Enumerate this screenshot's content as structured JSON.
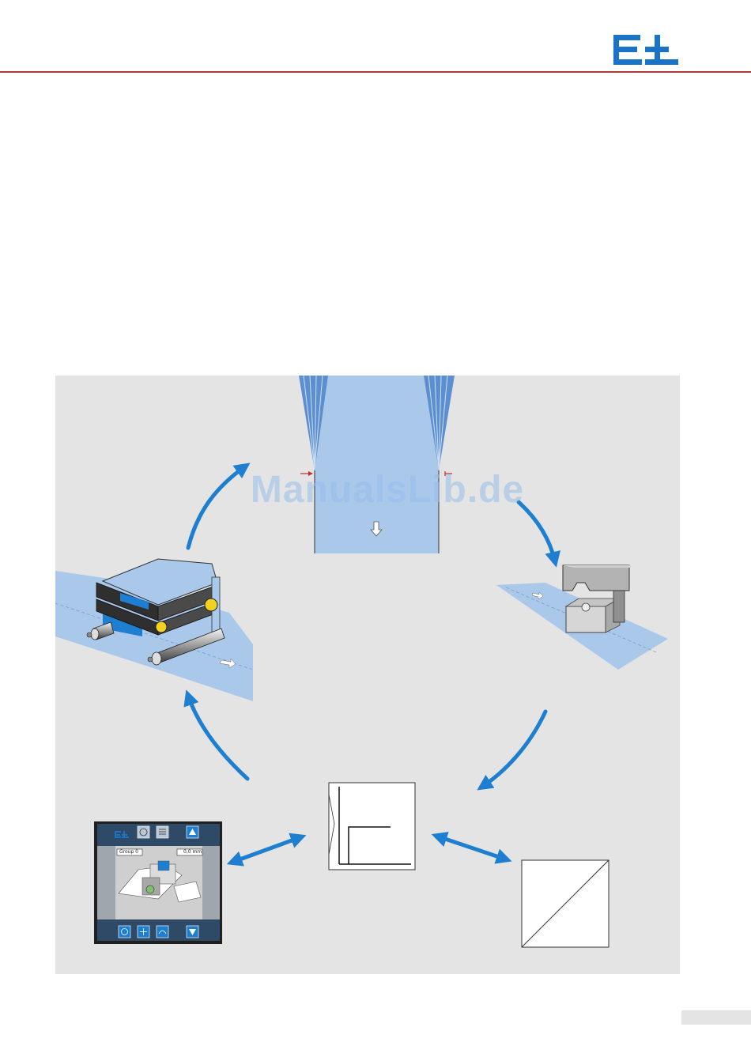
{
  "header": {
    "logo_name": "eltromat-logo-icon",
    "brand_color": "#1a73c4",
    "rule_color": "#b23a3a"
  },
  "diagram": {
    "background": "#e4e4e4",
    "web_color": "#a9c8ea",
    "arrow_color": "#1e7fd0",
    "watermark": "ManualsLib.de",
    "hmi": {
      "group_label": "Group 0",
      "value_label": "0,0 mm"
    }
  }
}
